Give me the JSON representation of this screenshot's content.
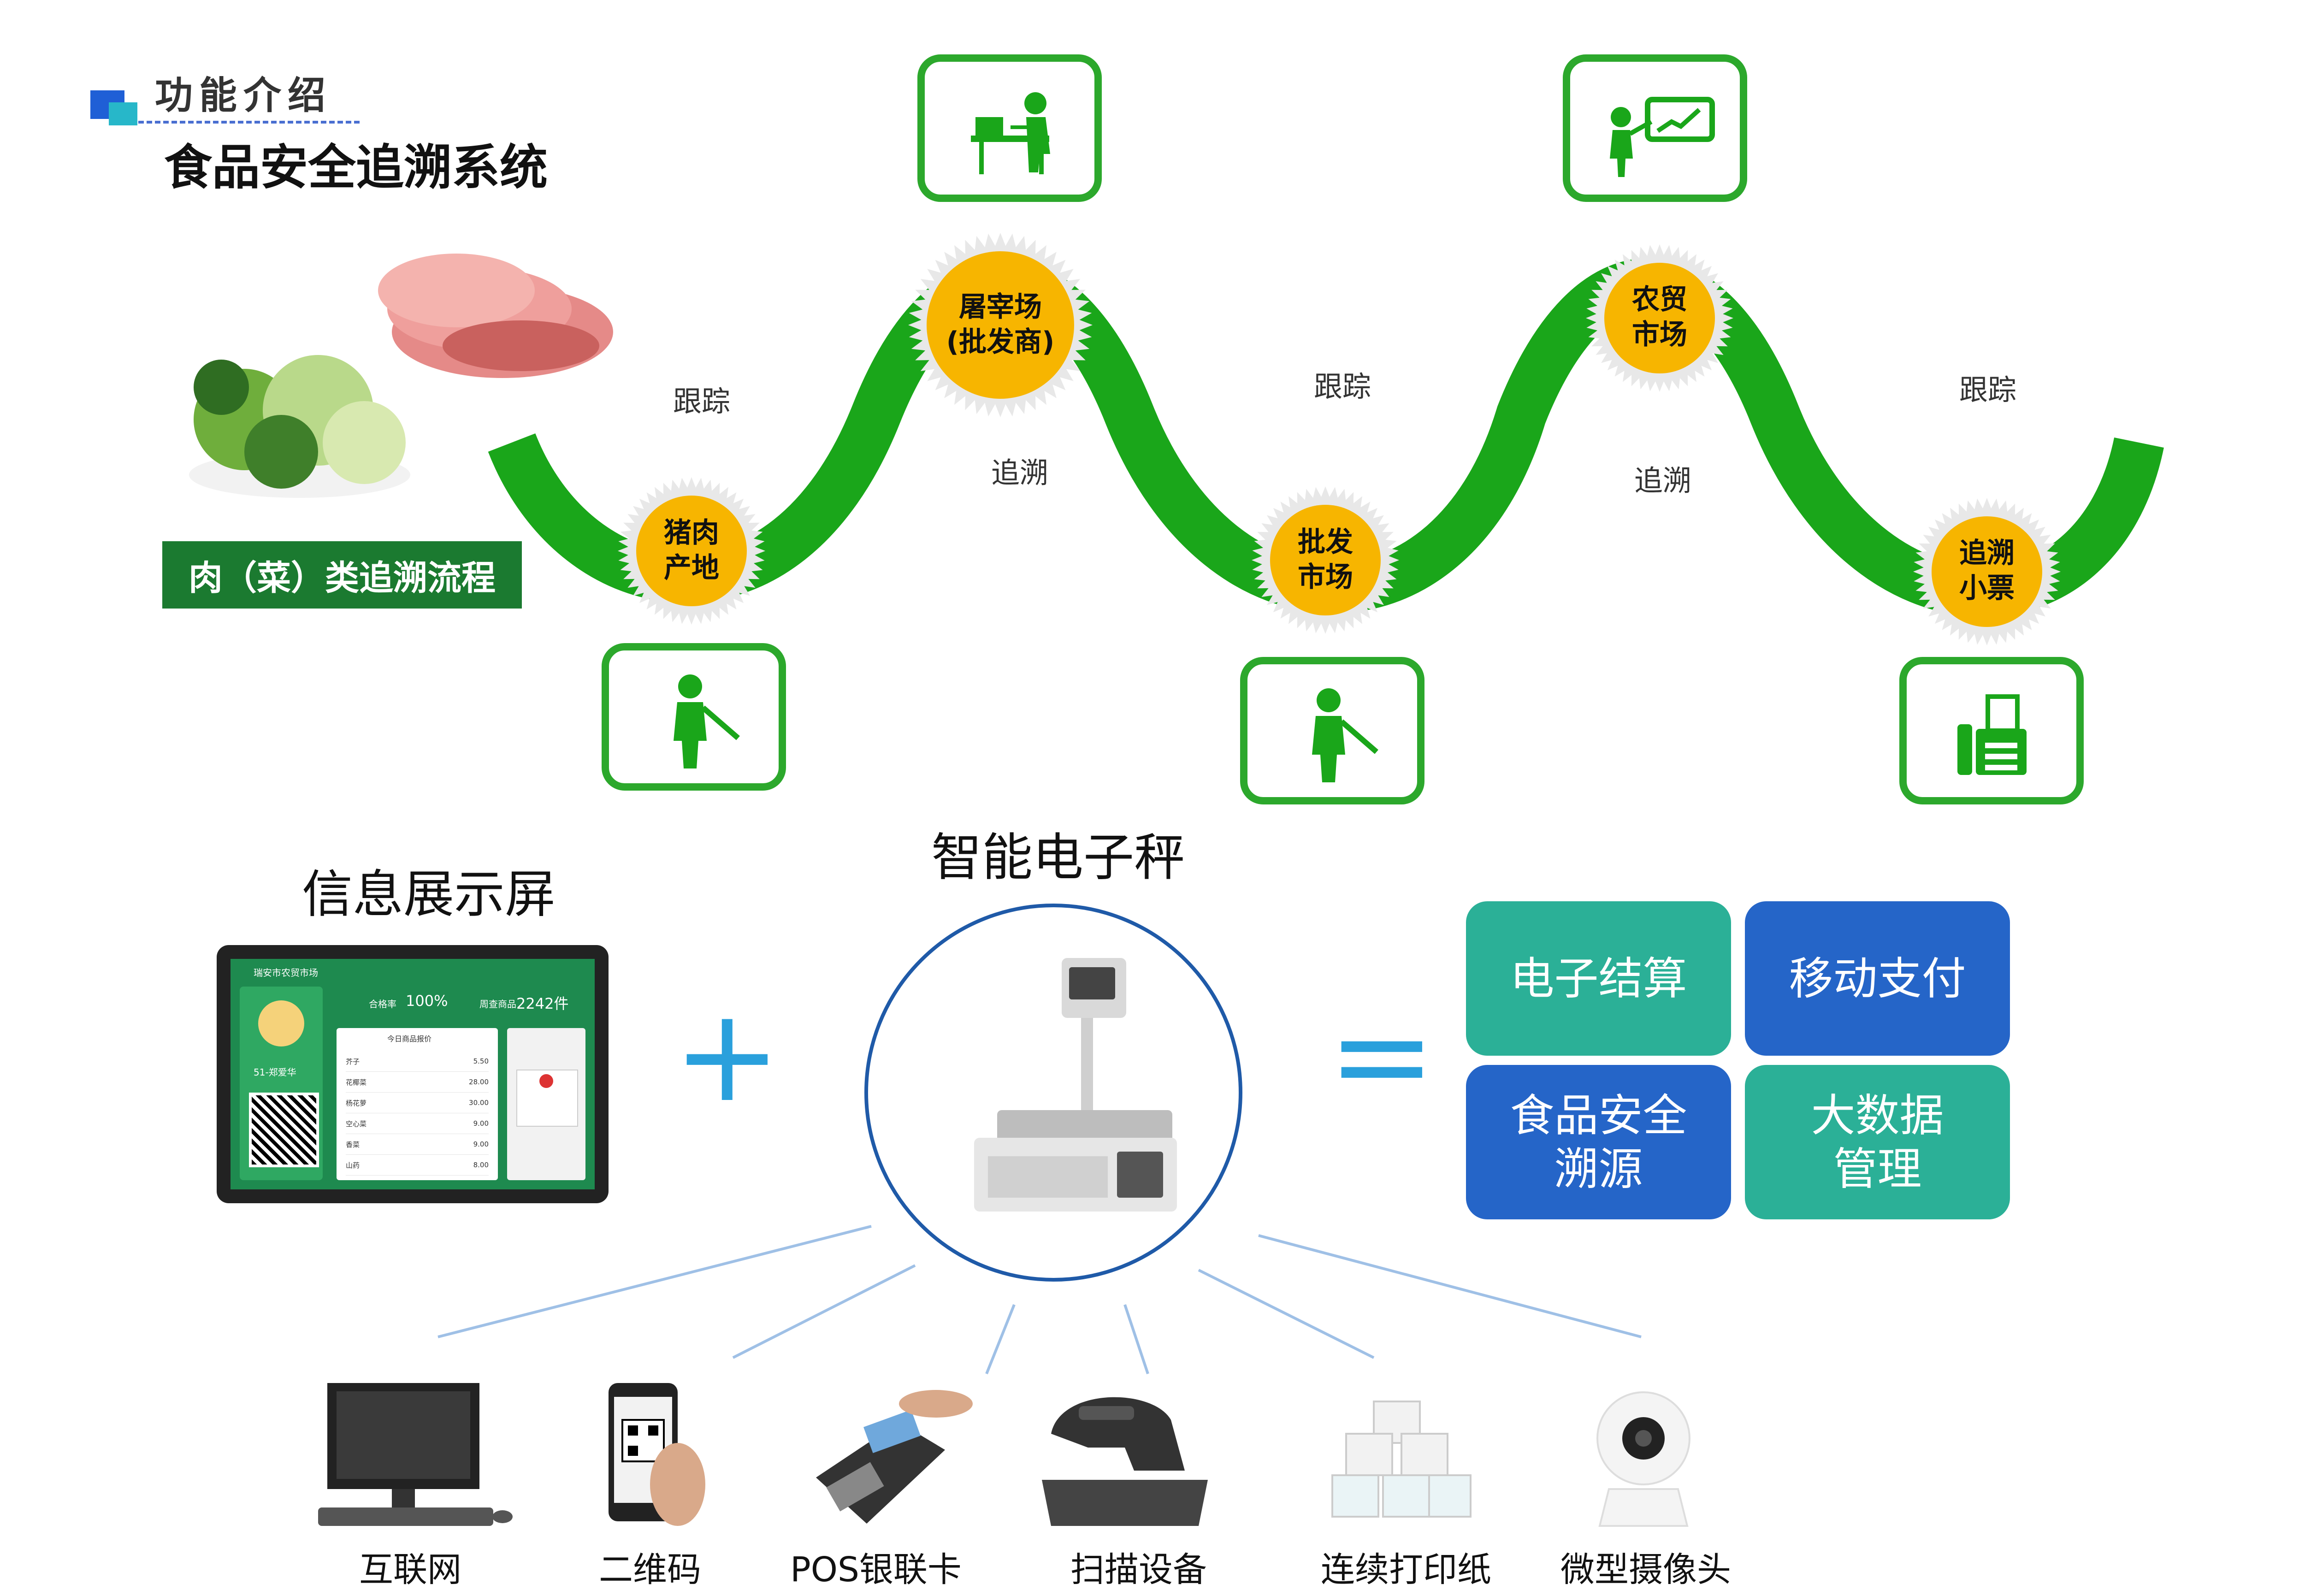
{
  "header": {
    "title": "功能介绍",
    "subtitle": "食品安全追溯系统"
  },
  "flow": {
    "label": "肉（菜）类追溯流程",
    "track_label": "跟踪",
    "trace_label": "追溯",
    "nodes": [
      {
        "line1": "猪肉",
        "line2": "产地"
      },
      {
        "line1": "屠宰场",
        "line2": "(批发商)"
      },
      {
        "line1": "批发",
        "line2": "市场"
      },
      {
        "line1": "农贸",
        "line2": "市场"
      },
      {
        "line1": "追溯",
        "line2": "小票"
      }
    ],
    "colors": {
      "wave": "#1aa61a",
      "node": "#f7b500",
      "box": "#2ca82c"
    }
  },
  "devices": {
    "display_title": "信息展示屏",
    "scale_title": "智能电子秤",
    "plus": "+",
    "equals": "=",
    "screen": {
      "market": "瑞安市农贸市场",
      "rate_label": "合格率",
      "rate_value": "100%",
      "count_label": "周查商品",
      "count_value": "2242件",
      "vendor": "51-郑爱华",
      "list_title": "今日商品报价",
      "items": [
        {
          "name": "芥子",
          "price": "5.50"
        },
        {
          "name": "花椰菜",
          "price": "28.00"
        },
        {
          "name": "杨花萝",
          "price": "30.00"
        },
        {
          "name": "空心菜",
          "price": "9.00"
        },
        {
          "name": "香菜",
          "price": "9.00"
        },
        {
          "name": "山药",
          "price": "8.00"
        }
      ]
    },
    "accessories": [
      {
        "label": "互联网",
        "icon": "computer-icon"
      },
      {
        "label": "二维码",
        "icon": "qr-phone-icon"
      },
      {
        "label": "POS银联卡",
        "icon": "pos-terminal-icon"
      },
      {
        "label": "扫描设备",
        "icon": "barcode-scanner-icon"
      },
      {
        "label": "连续打印纸",
        "icon": "paper-roll-icon"
      },
      {
        "label": "微型摄像头",
        "icon": "camera-icon"
      }
    ]
  },
  "features": {
    "items": [
      {
        "label": "电子结算",
        "color": "#2bb097"
      },
      {
        "label": "移动支付",
        "color": "#2565c8"
      },
      {
        "label": "食品安全\n溯源",
        "color": "#2565c8"
      },
      {
        "label": "大数据\n管理",
        "color": "#2bb097"
      }
    ]
  }
}
